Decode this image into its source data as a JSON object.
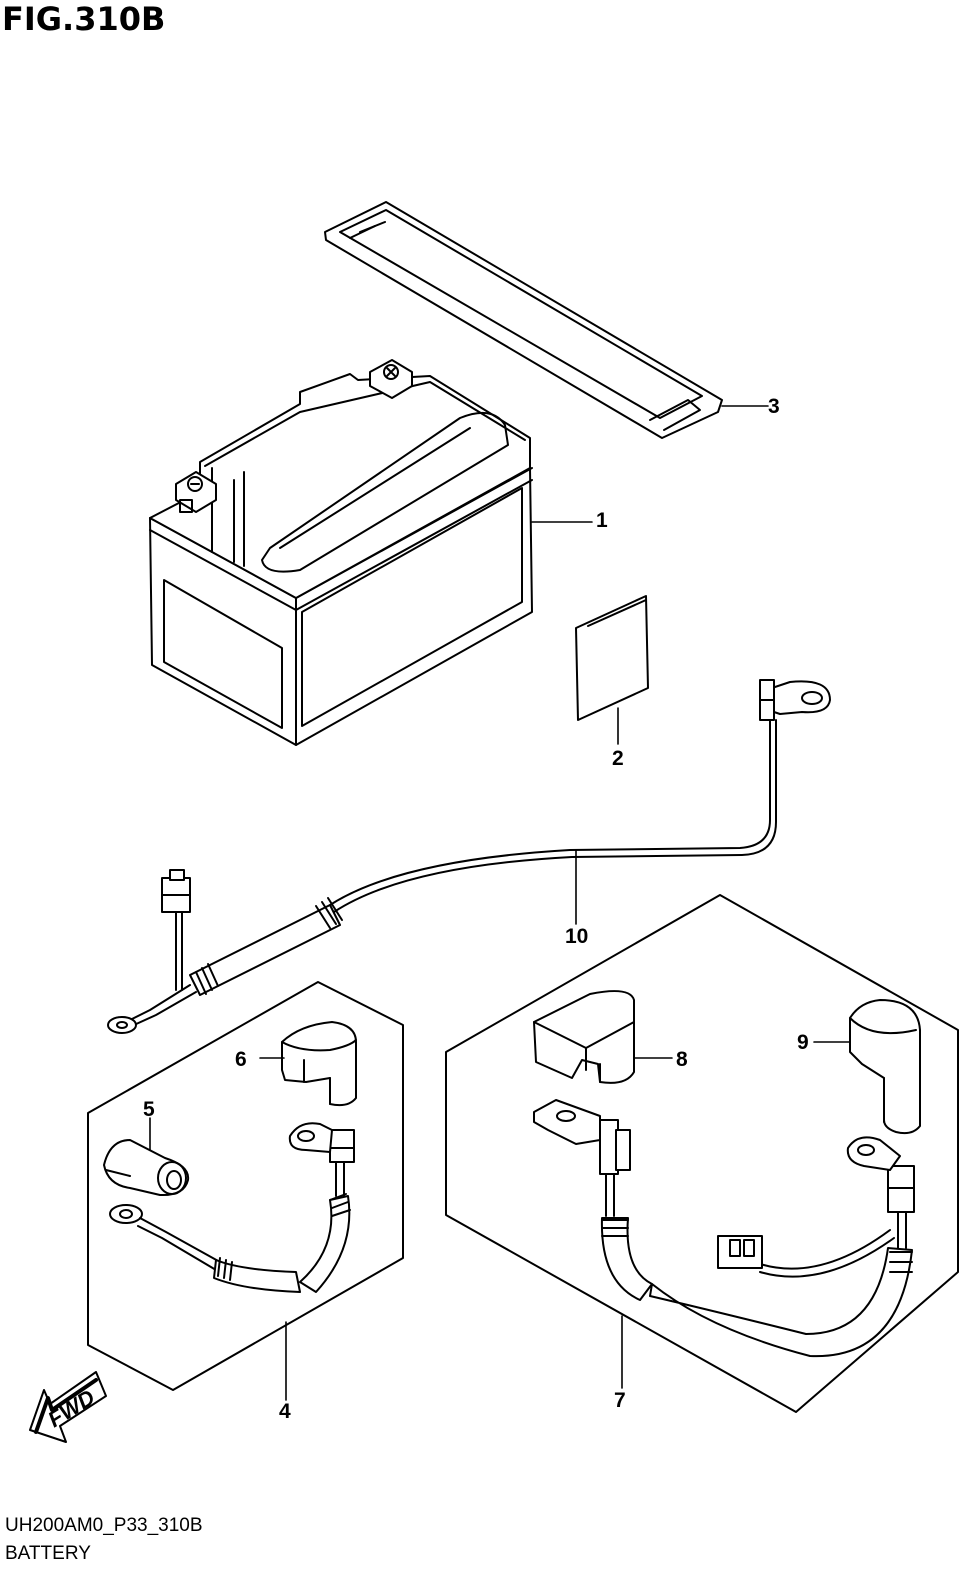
{
  "figure": {
    "title": "FIG.310B",
    "model_code": "UH200AM0_P33_310B",
    "name": "BATTERY"
  },
  "callouts": [
    {
      "id": "callout-1",
      "label": "1"
    },
    {
      "id": "callout-2",
      "label": "2"
    },
    {
      "id": "callout-3",
      "label": "3"
    },
    {
      "id": "callout-4",
      "label": "4"
    },
    {
      "id": "callout-5",
      "label": "5"
    },
    {
      "id": "callout-6",
      "label": "6"
    },
    {
      "id": "callout-7",
      "label": "7"
    },
    {
      "id": "callout-8",
      "label": "8"
    },
    {
      "id": "callout-9",
      "label": "9"
    },
    {
      "id": "callout-10",
      "label": "10"
    }
  ],
  "direction_marker": {
    "label": "FWD"
  },
  "colors": {
    "line": "#000000",
    "background": "#ffffff"
  }
}
